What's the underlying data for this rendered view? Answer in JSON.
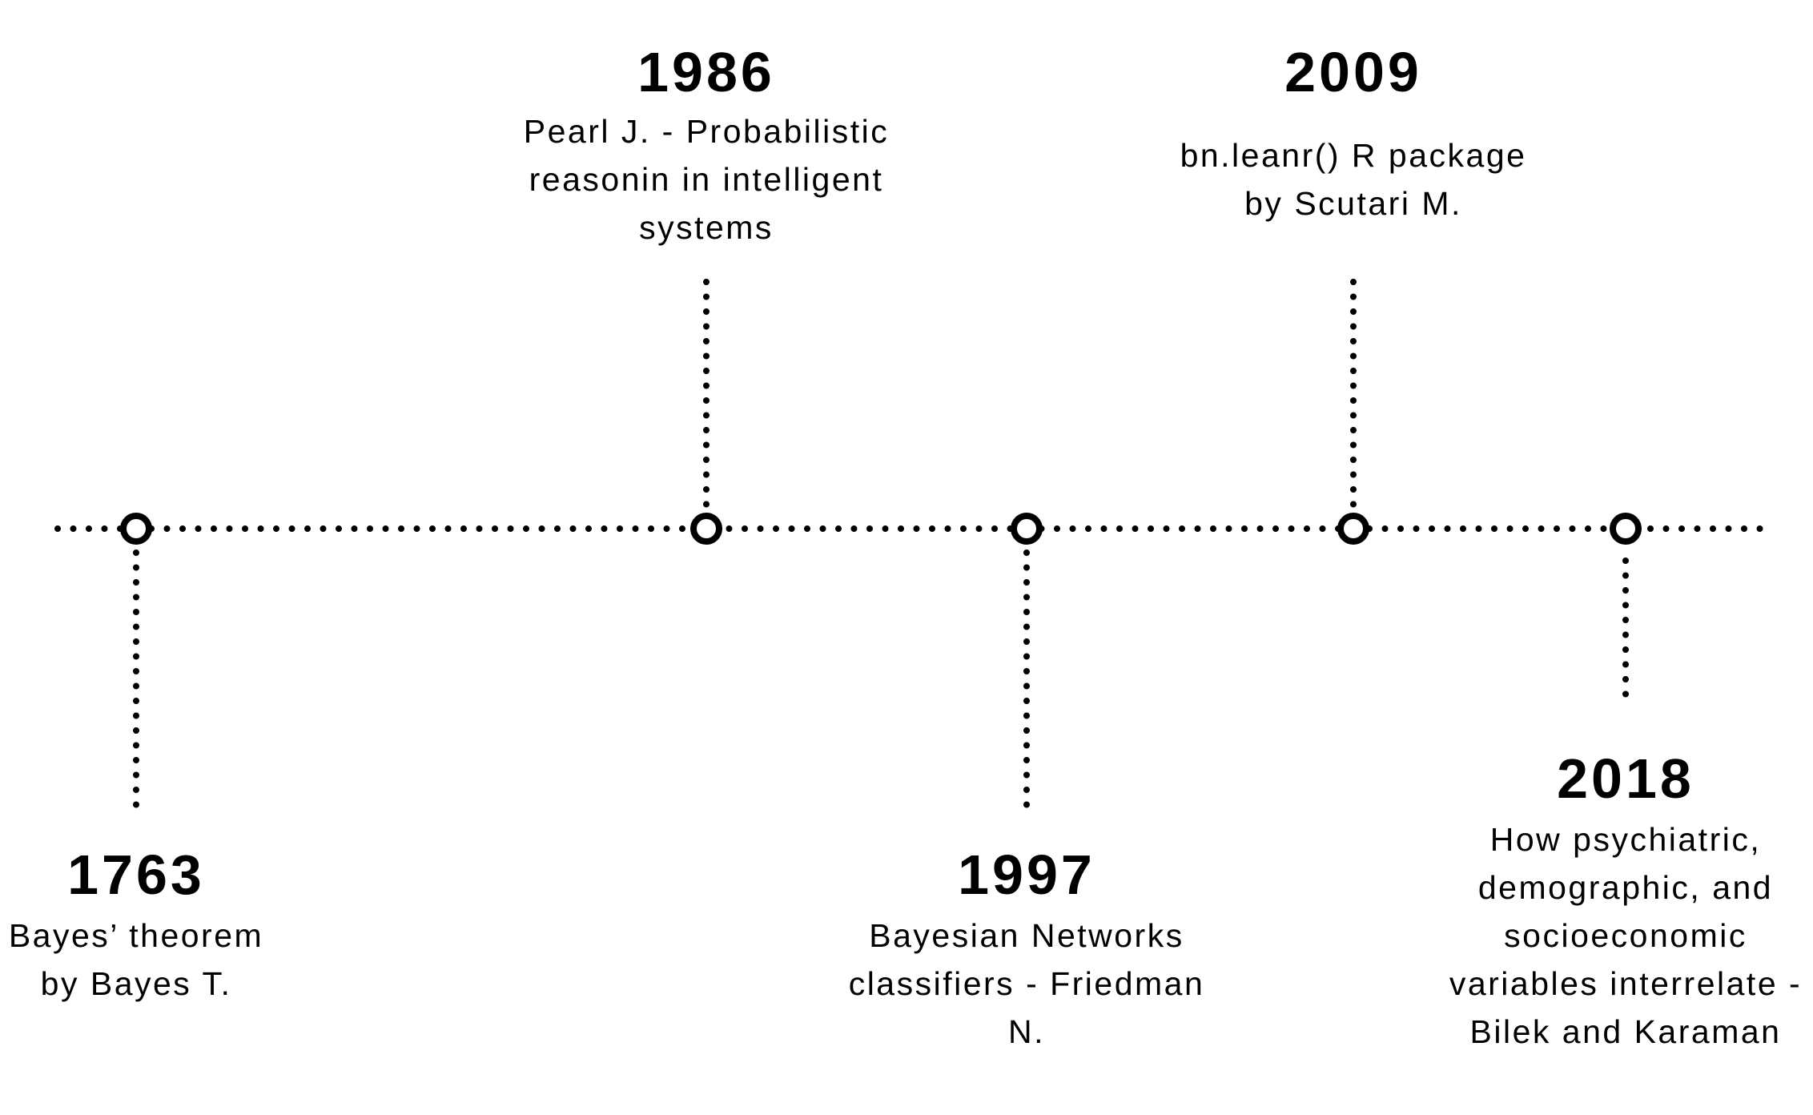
{
  "timeline": {
    "events": [
      {
        "year": "1763",
        "lines": [
          "Bayes’ theorem",
          "by Bayes T."
        ],
        "side": "below"
      },
      {
        "year": "1986",
        "lines": [
          "Pearl J. - Probabilistic",
          "reasonin in intelligent",
          "systems"
        ],
        "side": "above"
      },
      {
        "year": "1997",
        "lines": [
          "Bayesian Networks",
          "classifiers - Friedman",
          "N."
        ],
        "side": "below"
      },
      {
        "year": "2009",
        "lines": [
          "bn.leanr() R package",
          "by Scutari M."
        ],
        "side": "above"
      },
      {
        "year": "2018",
        "lines": [
          "How psychiatric,",
          "demographic, and",
          "socioeconomic",
          "variables interrelate -",
          "Bilek and Karaman"
        ],
        "side": "below"
      }
    ]
  },
  "colors": {
    "ink": "#000000",
    "background": "#ffffff"
  }
}
